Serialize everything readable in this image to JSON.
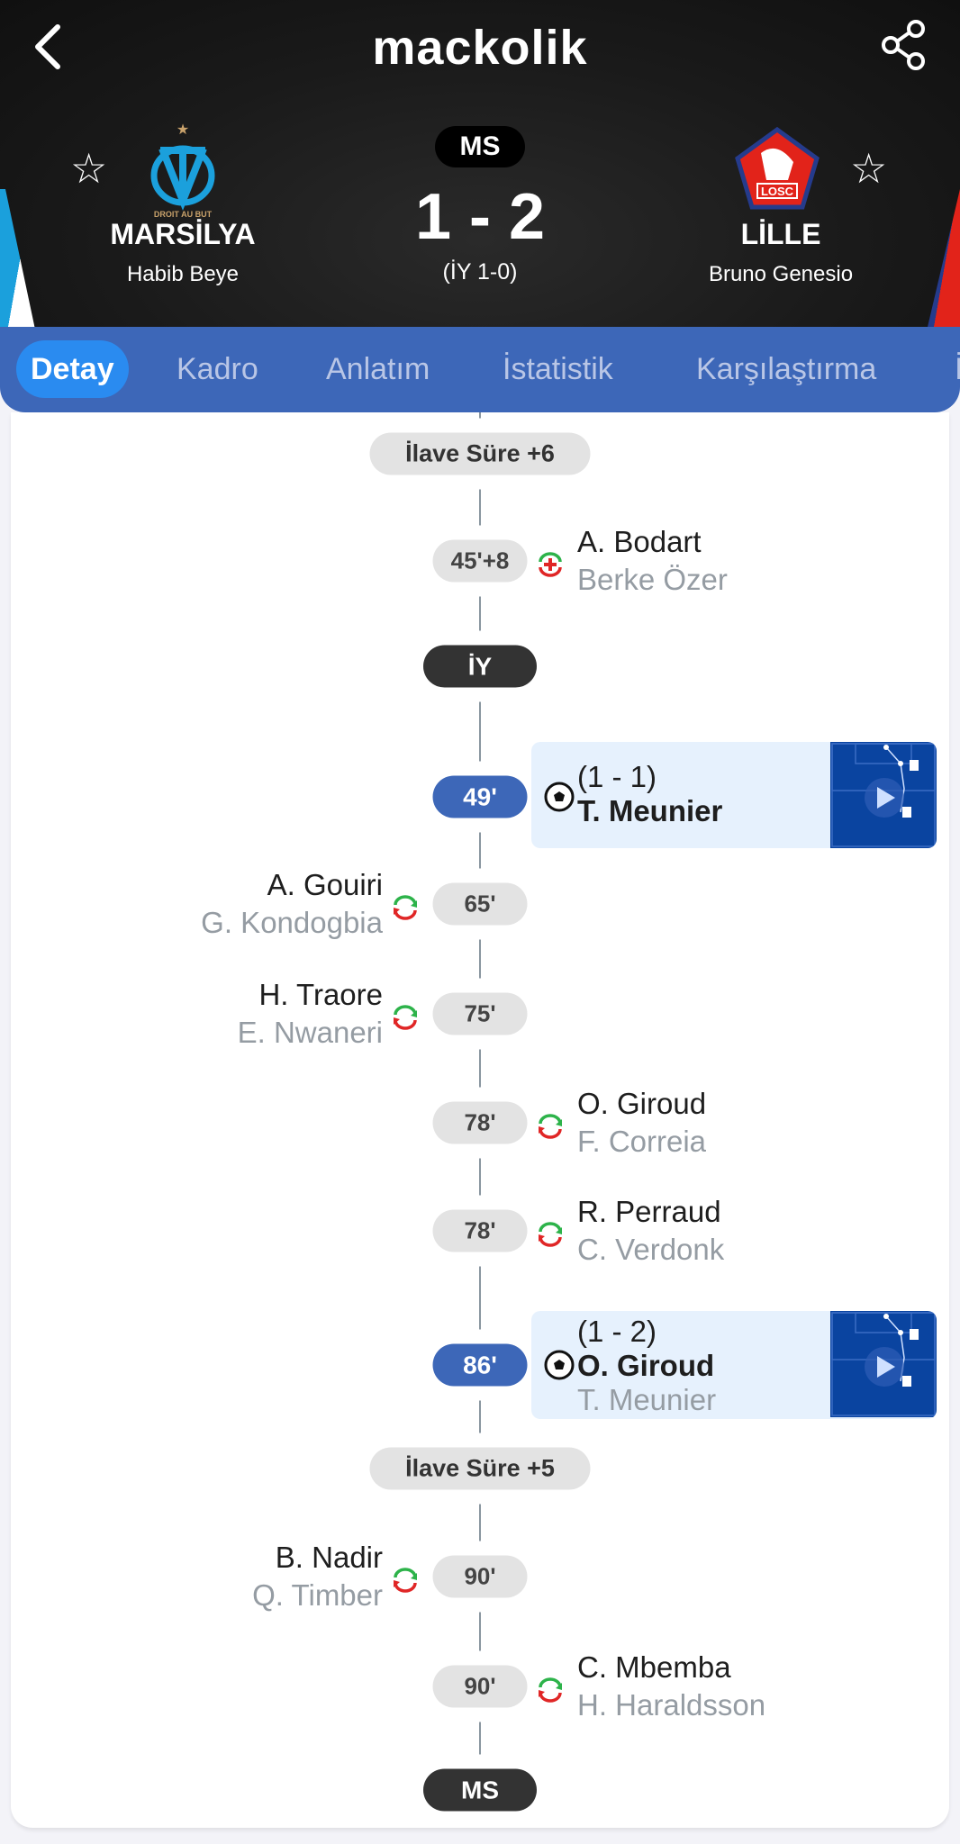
{
  "header": {
    "app_title": "mackolik",
    "status": "MS",
    "score": "1 - 2",
    "half_time": "(İY 1-0)",
    "home": {
      "name": "MARSİLYA",
      "coach": "Habib Beye",
      "motto": "DROIT AU BUT",
      "color": "#1ba0dc"
    },
    "away": {
      "name": "LİLLE",
      "coach": "Bruno Genesio",
      "badge": "LOSC",
      "color": "#e2231a"
    }
  },
  "tabs": [
    "Detay",
    "Kadro",
    "Anlatım",
    "İstatistik",
    "Karşılaştırma"
  ],
  "active_tab": 0,
  "events": [
    {
      "type": "extra",
      "label": "İlave Süre +6"
    },
    {
      "type": "sub",
      "minute": "45'+8",
      "side": "right",
      "icon": "medical-sub",
      "p1": "A. Bodart",
      "p2": "Berke Özer"
    },
    {
      "type": "stage",
      "label": "İY"
    },
    {
      "type": "goal",
      "minute": "49'",
      "side": "right",
      "score": "(1 - 1)",
      "scorer": "T. Meunier",
      "assist": ""
    },
    {
      "type": "sub",
      "minute": "65'",
      "side": "left",
      "p1": "A. Gouiri",
      "p2": "G. Kondogbia"
    },
    {
      "type": "sub",
      "minute": "75'",
      "side": "left",
      "p1": "H. Traore",
      "p2": "E. Nwaneri"
    },
    {
      "type": "sub",
      "minute": "78'",
      "side": "right",
      "p1": "O. Giroud",
      "p2": "F. Correia"
    },
    {
      "type": "sub",
      "minute": "78'",
      "side": "right",
      "p1": "R. Perraud",
      "p2": "C. Verdonk"
    },
    {
      "type": "goal",
      "minute": "86'",
      "side": "right",
      "score": "(1 - 2)",
      "scorer": "O. Giroud",
      "assist": "T. Meunier"
    },
    {
      "type": "extra",
      "label": "İlave Süre +5"
    },
    {
      "type": "sub",
      "minute": "90'",
      "side": "left",
      "p1": "B. Nadir",
      "p2": "Q. Timber"
    },
    {
      "type": "sub",
      "minute": "90'",
      "side": "right",
      "p1": "C. Mbemba",
      "p2": "H. Haraldsson"
    },
    {
      "type": "stage",
      "label": "MS"
    }
  ]
}
